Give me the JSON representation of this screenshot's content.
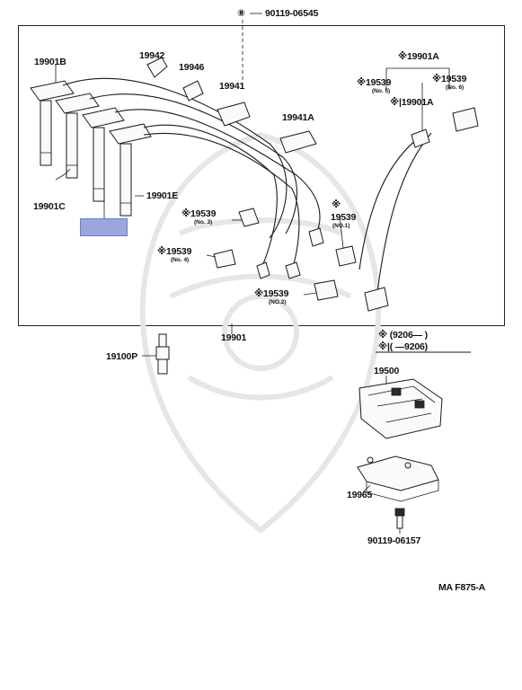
{
  "diagram": {
    "top_callout": {
      "marker": "⑧",
      "part": "90119-06545"
    },
    "labels": {
      "p19901B": "19901B",
      "p19942": "19942",
      "p19946": "19946",
      "p19941": "19941",
      "p19941A": "19941A",
      "p19901C": "19901C",
      "p19901E": "19901E",
      "p19901A_top": "※19901A",
      "p19539_no5": "※19539",
      "p19539_no5_sub": "(No. 5)",
      "p19539_no6": "※19539",
      "p19539_no6_sub": "(No. 6)",
      "p19901A_mid": "※|19901A",
      "p19539_no3": "※19539",
      "p19539_no3_sub": "(No. 3)",
      "p19539_no1": "19539",
      "p19539_no1_mark": "※",
      "p19539_no1_sub": "(NO.1)",
      "p19539_no4": "※19539",
      "p19539_no4_sub": "(No. 4)",
      "p19539_no2": "※19539",
      "p19539_no2_sub": "(NO.2)",
      "p19901": "19901",
      "p19100P": "19100P",
      "legend_line1": "※ (9206—       )",
      "legend_line2": "※|(      —9206)",
      "p19500": "19500",
      "p19965": "19965",
      "p90119_06157": "90119-06157",
      "figure_code": "MA F875-A"
    }
  }
}
